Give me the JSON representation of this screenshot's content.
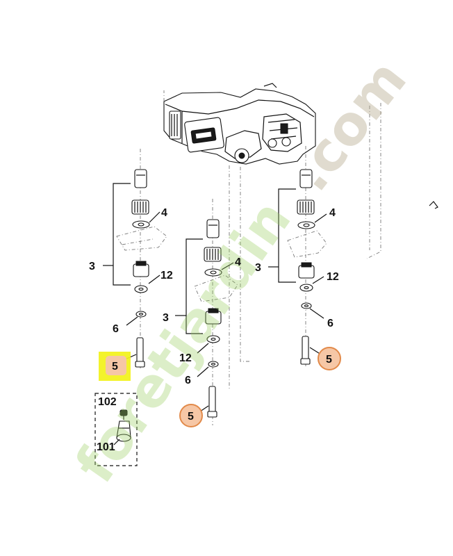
{
  "callouts": {
    "left": {
      "bracket": "3",
      "washer_top": "4",
      "washer_bottom": "12",
      "washer_small": "6",
      "bolt": "5"
    },
    "middle": {
      "bracket": "3",
      "washer_top": "4",
      "washer_bottom": "12",
      "washer_small": "6",
      "bolt": "5"
    },
    "right": {
      "bracket": "3",
      "washer_top": "4",
      "washer_bottom": "12",
      "washer_small": "6",
      "bolt": "5"
    },
    "kit": {
      "nipple": "102",
      "fitting": "101"
    }
  },
  "watermark": {
    "green": "foretjardin",
    "brown": ".com"
  },
  "colors": {
    "highlight_box": "#f2f21a",
    "highlight_circle": "#f6c7a6",
    "circle_border": "#e28a4a",
    "watermark_green": "#9ccf64",
    "watermark_brown": "#b6ab8e"
  }
}
